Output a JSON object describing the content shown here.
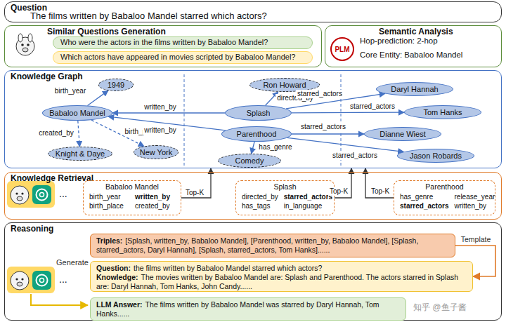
{
  "diagram": {
    "nodes": [
      {
        "text": [
          "Question",
          "The films written by Babaloo Mandel starred which actors?"
        ]
      },
      {
        "text": [
          "Similar Questions Generation"
        ]
      },
      {
        "text": [
          "Who were the actors in the films written by Babaloo Mandel?"
        ],
        "in": 1
      },
      {
        "text": [
          "Which actors have appeared in movies scripted by Babaloo Mandel?"
        ],
        "in": 1
      },
      {
        "text": [
          "Semantic Analysis"
        ]
      },
      {
        "text": [
          "PLM"
        ],
        "in": 4
      },
      {
        "text": [
          "Knowledge Graph"
        ]
      },
      {
        "text": [
          "1949"
        ],
        "in": 6
      },
      {
        "text": [
          "Babaloo Mandel"
        ],
        "in": 6
      },
      {
        "text": [
          "Knight & Daye"
        ],
        "in": 6
      },
      {
        "text": [
          "New York"
        ],
        "in": 6
      },
      {
        "text": [
          "Ron Howard"
        ],
        "in": 6
      },
      {
        "text": [
          "Splash"
        ],
        "in": 6
      },
      {
        "text": [
          "Parenthood"
        ],
        "in": 6
      },
      {
        "text": [
          "Comedy"
        ],
        "in": 6
      },
      {
        "text": [
          "Daryl Hannah"
        ],
        "in": 6
      },
      {
        "text": [
          "Tom Hanks"
        ],
        "in": 6
      },
      {
        "text": [
          "Dianne Wiest"
        ],
        "in": 6
      },
      {
        "text": [
          "Jason Robards"
        ],
        "in": 6
      },
      {
        "text": [
          "Knowledge Retrieval"
        ]
      },
      {
        "text": [
          "Babaloo Mandel",
          "birth_year",
          "written_by",
          "birth_place",
          "created_by"
        ],
        "in": 19
      },
      {
        "text": [
          "Splash",
          "directed_by",
          "starred_actors",
          "has_tags",
          "in_language"
        ],
        "in": 19
      },
      {
        "text": [
          "Parenthood",
          "has_genre",
          "release_year",
          "starred_actors",
          "written_by"
        ],
        "in": 19
      },
      {
        "text": [
          "Reasoning"
        ]
      },
      {
        "text": [
          "Triples:",
          "[Splash, written_by, Babaloo Mandel], [Parenthood, written_by, Babaloo Mandel], [Splash, starred_actors, Daryl Hannah], [Splash, starred_actors, Tom Hanks]......"
        ],
        "in": 23
      },
      {
        "text": [
          "Question:",
          "the films written by Babaloo Mandel starred which actors?",
          "Knowledge:",
          "The movies written by Babaloo Mandel are: Splash and Parenthood. The actors starred in Splash are: Daryl Hannah, Tom Hanks, John Candy......"
        ],
        "in": 23
      },
      {
        "text": [
          "LLM Answer:",
          "The films written by Babaloo Mandel was starred by Daryl Hannah, Tom Hanks......"
        ],
        "in": 23
      }
    ],
    "edges": [
      {
        "from": 8,
        "to": 7,
        "label": "birth_year",
        "arrow": "to"
      },
      {
        "from": 8,
        "to": 9,
        "label": "created_by",
        "arrow": "to"
      },
      {
        "from": 8,
        "to": 10,
        "label": "birth_place",
        "arrow": "to"
      },
      {
        "from": 12,
        "to": 8,
        "label": "written_by",
        "arrow": "to"
      },
      {
        "from": 13,
        "to": 8,
        "label": "written_by",
        "arrow": "to"
      },
      {
        "from": 12,
        "to": 11,
        "label": "directed_by",
        "arrow": "to"
      },
      {
        "from": 12,
        "to": 15,
        "label": "starred_actors",
        "arrow": "to"
      },
      {
        "from": 12,
        "to": 16,
        "label": "starred_actors",
        "arrow": "to"
      },
      {
        "from": 13,
        "to": 17,
        "label": "starred_actors",
        "arrow": "to"
      },
      {
        "from": 13,
        "to": 18,
        "label": "starred_actors",
        "arrow": "to"
      },
      {
        "from": 13,
        "to": 14,
        "label": "has_genre",
        "arrow": "to"
      },
      {
        "from": 20,
        "to": 6,
        "label": "Top-K",
        "arrow": "to"
      },
      {
        "from": 21,
        "to": 6,
        "label": "Top-K",
        "arrow": "to"
      },
      {
        "from": 22,
        "to": 6,
        "label": "Top-K",
        "arrow": "to"
      },
      {
        "from": 24,
        "to": 25,
        "label": "Template",
        "arrow": "to"
      }
    ],
    "labels": [
      "Hop-prediction: 2-hop",
      "Core Entity: Babaloo Mandel",
      "...",
      "Generate",
      "...",
      "知乎 @鱼子酱"
    ]
  }
}
